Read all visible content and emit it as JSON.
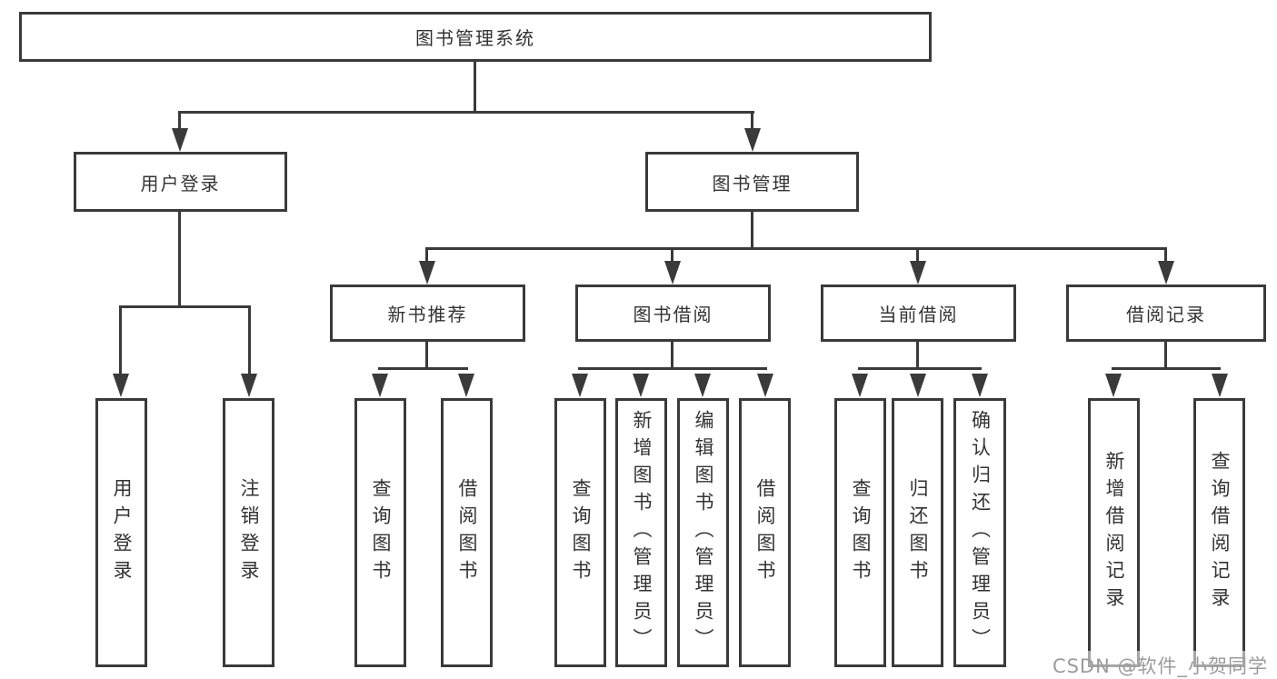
{
  "tree": {
    "root": "图书管理系统",
    "branches": [
      {
        "label": "用户登录",
        "children": [
          "用户登录",
          "注销登录"
        ]
      },
      {
        "label": "图书管理",
        "groups": [
          {
            "label": "新书推荐",
            "children": [
              "查询图书",
              "借阅图书"
            ]
          },
          {
            "label": "图书借阅",
            "children": [
              "查询图书",
              "新增图书（管理员）",
              "编辑图书（管理员）",
              "借阅图书"
            ]
          },
          {
            "label": "当前借阅",
            "children": [
              "查询图书",
              "归还图书",
              "确认归还（管理员）"
            ]
          },
          {
            "label": "借阅记录",
            "children": [
              "新增借阅记录",
              "查询借阅记录"
            ]
          }
        ]
      }
    ]
  },
  "watermark": "CSDN @软件_小贺同学",
  "colors": {
    "line": "#3a3a3a",
    "text": "#333333",
    "watermark": "#9b9b9b"
  }
}
